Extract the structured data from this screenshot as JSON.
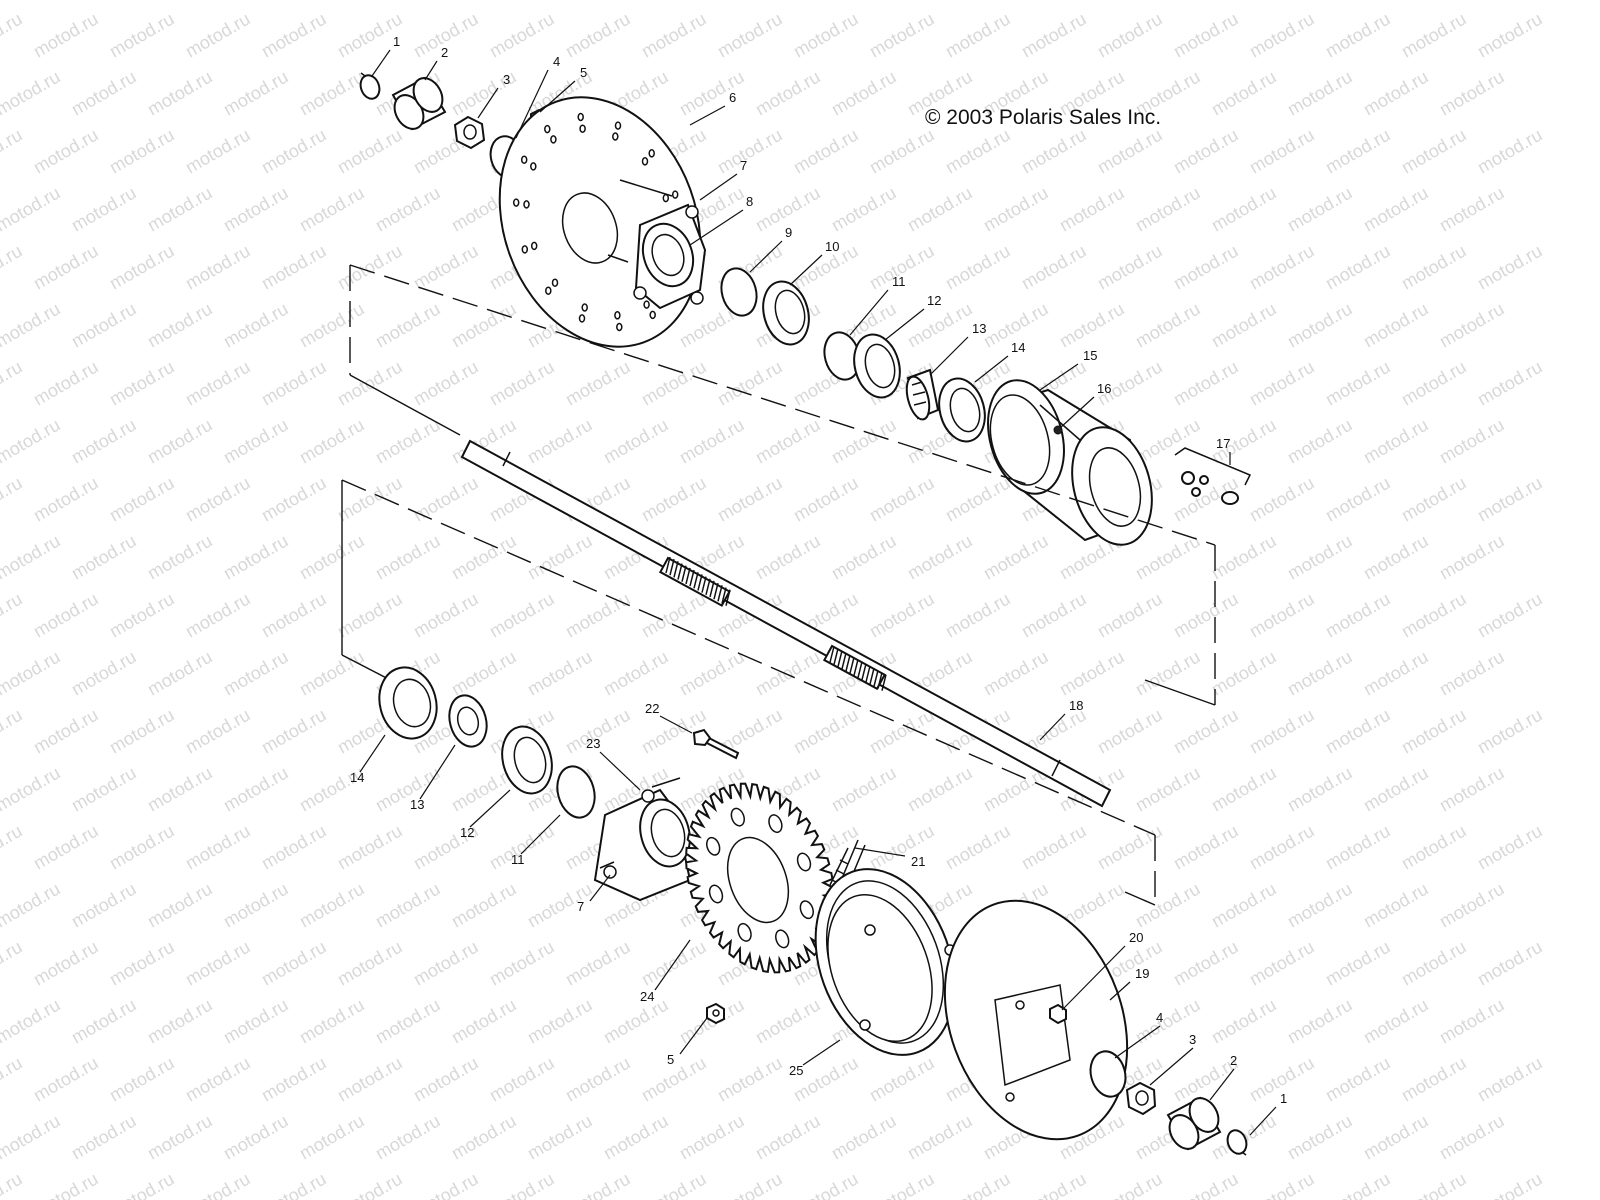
{
  "copyright": "© 2003 Polaris Sales Inc.",
  "watermark": "motod.ru",
  "callouts": [
    {
      "id": "c1a",
      "text": "1"
    },
    {
      "id": "c2a",
      "text": "2"
    },
    {
      "id": "c3a",
      "text": "3"
    },
    {
      "id": "c4a",
      "text": "4"
    },
    {
      "id": "c5a",
      "text": "5"
    },
    {
      "id": "c6",
      "text": "6"
    },
    {
      "id": "c7a",
      "text": "7"
    },
    {
      "id": "c8",
      "text": "8"
    },
    {
      "id": "c9",
      "text": "9"
    },
    {
      "id": "c10",
      "text": "10"
    },
    {
      "id": "c11a",
      "text": "11"
    },
    {
      "id": "c12a",
      "text": "12"
    },
    {
      "id": "c13a",
      "text": "13"
    },
    {
      "id": "c14a",
      "text": "14"
    },
    {
      "id": "c15",
      "text": "15"
    },
    {
      "id": "c16",
      "text": "16"
    },
    {
      "id": "c17",
      "text": "17"
    },
    {
      "id": "c18",
      "text": "18"
    },
    {
      "id": "c14b",
      "text": "14"
    },
    {
      "id": "c13b",
      "text": "13"
    },
    {
      "id": "c12b",
      "text": "12"
    },
    {
      "id": "c11b",
      "text": "11"
    },
    {
      "id": "c22",
      "text": "22"
    },
    {
      "id": "c23",
      "text": "23"
    },
    {
      "id": "c7b",
      "text": "7"
    },
    {
      "id": "c21",
      "text": "21"
    },
    {
      "id": "c24",
      "text": "24"
    },
    {
      "id": "c5b",
      "text": "5"
    },
    {
      "id": "c25",
      "text": "25"
    },
    {
      "id": "c20",
      "text": "20"
    },
    {
      "id": "c19",
      "text": "19"
    },
    {
      "id": "c4b",
      "text": "4"
    },
    {
      "id": "c3b",
      "text": "3"
    },
    {
      "id": "c2b",
      "text": "2"
    },
    {
      "id": "c1b",
      "text": "1"
    }
  ]
}
